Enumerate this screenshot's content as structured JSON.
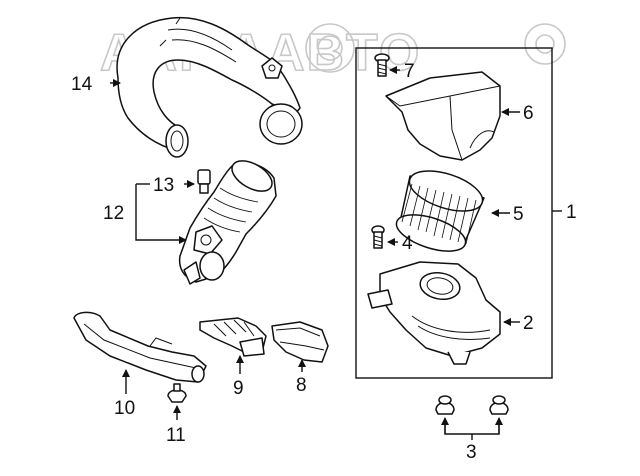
{
  "watermark": "AAF  AABTO",
  "callouts": {
    "c1": "1",
    "c2": "2",
    "c3": "3",
    "c4": "4",
    "c5": "5",
    "c6": "6",
    "c7": "7",
    "c8": "8",
    "c9": "9",
    "c10": "10",
    "c11": "11",
    "c12": "12",
    "c13": "13",
    "c14": "14"
  }
}
